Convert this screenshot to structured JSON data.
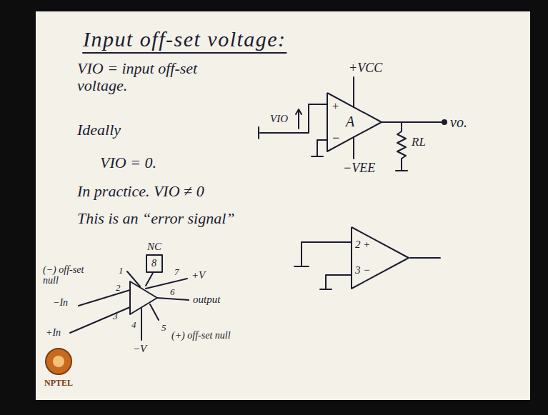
{
  "diagram": {
    "title": "Input off-set voltage:",
    "nodes": [
      {
        "text": [
          "+",
          "−",
          "A"
        ]
      },
      {
        "text": [
          "2 +",
          "3 −"
        ]
      }
    ],
    "labels": [
      "VIO = input off-set voltage.",
      "+VCC",
      "VIO",
      "vo.",
      "RL",
      "−VEE",
      "Ideally",
      "VIO = 0.",
      "In practice. VIO ≠ 0",
      "This is an “error signal”",
      "NC",
      "8",
      "(−) off-set null",
      "1",
      "7",
      "+V",
      "−In",
      "2",
      "6",
      "output",
      "+In",
      "3",
      "4",
      "5",
      "(+) off-set null",
      "−V",
      "NPTEL"
    ]
  }
}
